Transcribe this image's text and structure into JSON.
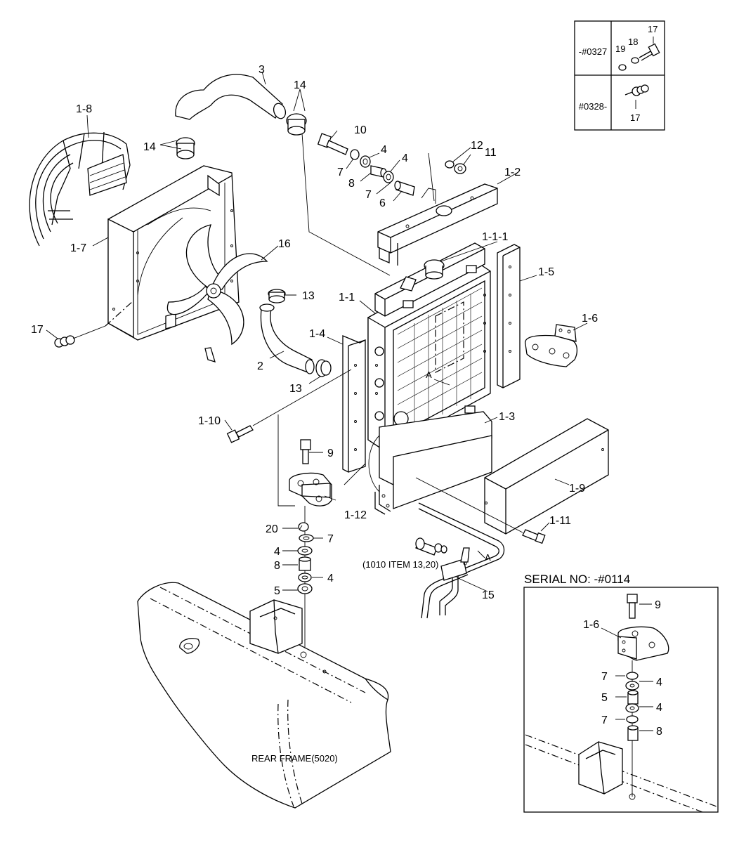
{
  "serial_table": {
    "rows": [
      {
        "serial": "-#0327",
        "parts": [
          "19",
          "18",
          "17"
        ]
      },
      {
        "serial": "#0328-",
        "parts": [
          "17"
        ]
      }
    ]
  },
  "callouts": {
    "c3": "3",
    "c14a": "14",
    "c14b": "14",
    "c10": "10",
    "c4a": "4",
    "c4b": "4",
    "c7a": "7",
    "c8a": "8",
    "c7b": "7",
    "c6": "6",
    "c12": "12",
    "c11": "11",
    "c1_2": "1-2",
    "c1_8": "1-8",
    "c1_7": "1-7",
    "c16": "16",
    "c1_1_1": "1-1-1",
    "c1_5": "1-5",
    "c13a": "13",
    "c1_1": "1-1",
    "c1_6": "1-6",
    "c17": "17",
    "c1_4": "1-4",
    "c2": "2",
    "c13b": "13",
    "cA1": "A",
    "c1_10": "1-10",
    "c9": "9",
    "c1_3": "1-3",
    "c1_9": "1-9",
    "c1_12": "1-12",
    "c20": "20",
    "c7c": "7",
    "c4c": "4",
    "c8b": "8",
    "c4d": "4",
    "c5": "5",
    "c1_11": "1-11",
    "cA2": "A",
    "c15": "15",
    "note_1010": "(1010 ITEM 13,20)"
  },
  "inset": {
    "title": "SERIAL NO: -#0114",
    "labels": {
      "i9": "9",
      "i1_6": "1-6",
      "i7a": "7",
      "i4a": "4",
      "i5": "5",
      "i4b": "4",
      "i7b": "7",
      "i8": "8"
    }
  },
  "footer": {
    "rear_frame": "REAR FRAME(5020)"
  }
}
